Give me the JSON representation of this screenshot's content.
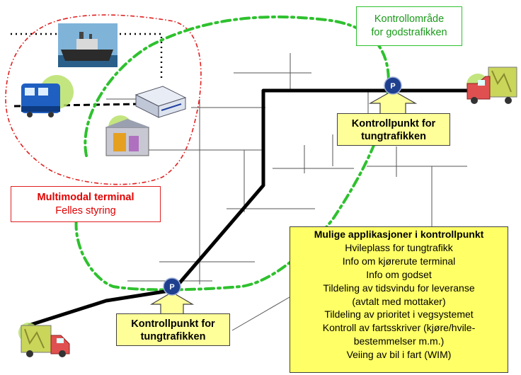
{
  "control_area_label": {
    "line1": "Kontrollområde",
    "line2": "for godstrafikken"
  },
  "terminal_label": {
    "title": "Multimodal terminal",
    "subtitle": "Felles styring"
  },
  "checkpoint_top": {
    "line1": "Kontrollpunkt for",
    "line2": "tungtrafikken",
    "marker": "P"
  },
  "checkpoint_bottom": {
    "line1": "Kontrollpunkt for",
    "line2": "tungtrafikken",
    "marker": "P"
  },
  "applications": {
    "title": "Mulige applikasjoner i kontrollpunkt",
    "items": [
      "Hvileplass for tungtrafikk",
      "Info om kjørerute terminal",
      "Info om godset",
      "Tildeling av tidsvindu for leveranse",
      "(avtalt med mottaker)",
      "Tildeling av prioritet i vegsystemet",
      "Kontroll av fartsskriver (kjøre/hvile-",
      "bestemmelser m.m.)",
      "Veiing av bil i fart  (WIM)"
    ]
  },
  "colors": {
    "control_area_line": "#2ec12e",
    "terminal_line": "#e02020",
    "heavy_road": "#000000",
    "checkpoint_fill": "#ffff99",
    "applications_fill": "#ffff66",
    "arrow_fill": "#ffff99",
    "marker_fill": "#1f3f8f"
  },
  "icons": {
    "ship": "cargo-ship-icon",
    "train": "train-icon",
    "server": "server-icon",
    "warehouse": "warehouse-icon",
    "truck_right": "truck-icon",
    "truck_left": "truck-icon"
  }
}
